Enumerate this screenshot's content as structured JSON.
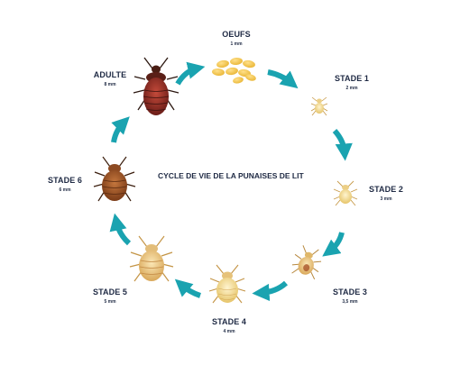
{
  "diagram": {
    "title": "CYCLE DE VIE DE LA PUNAISES DE LIT",
    "accent_color": "#1aa3b0",
    "stages": [
      {
        "id": "oeufs",
        "name": "OEUFS",
        "size": "1 mm",
        "icon": "eggs-icon"
      },
      {
        "id": "stade1",
        "name": "STADE 1",
        "size": "2 mm",
        "icon": "nymph-1-icon"
      },
      {
        "id": "stade2",
        "name": "STADE 2",
        "size": "3 mm",
        "icon": "nymph-2-icon"
      },
      {
        "id": "stade3",
        "name": "STADE 3",
        "size": "3,5 mm",
        "icon": "nymph-3-icon"
      },
      {
        "id": "stade4",
        "name": "STADE 4",
        "size": "4 mm",
        "icon": "nymph-4-icon"
      },
      {
        "id": "stade5",
        "name": "STADE 5",
        "size": "5 mm",
        "icon": "nymph-5-icon"
      },
      {
        "id": "stade6",
        "name": "STADE 6",
        "size": "6 mm",
        "icon": "nymph-6-icon"
      },
      {
        "id": "adulte",
        "name": "ADULTE",
        "size": "8 mm",
        "icon": "adult-bug-icon"
      }
    ]
  }
}
